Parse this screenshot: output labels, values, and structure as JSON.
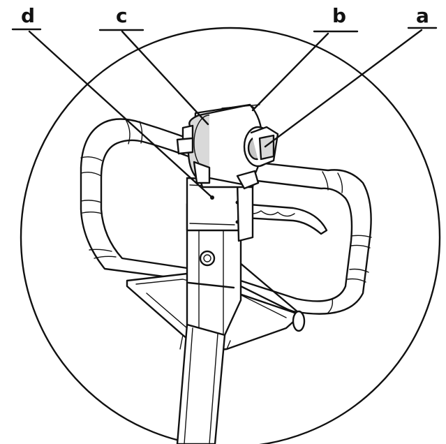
{
  "callouts": {
    "a": "a",
    "b": "b",
    "c": "c",
    "d": "d"
  },
  "colors": {
    "line": "#111111",
    "shade": "#d9d9d9",
    "background": "#ffffff"
  }
}
